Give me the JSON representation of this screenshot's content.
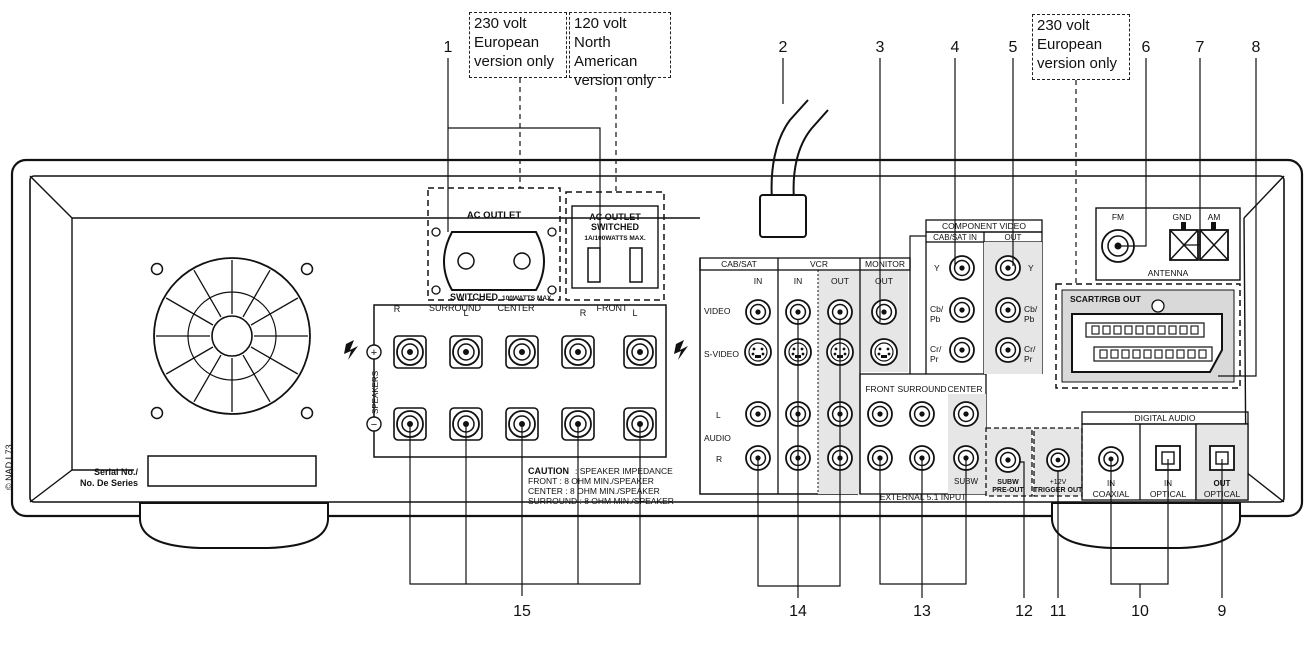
{
  "notes": {
    "eu_ac": "230 volt\nEuropean\nversion only",
    "na_ac": "120 volt North\nAmerican\nversion only",
    "eu_scart": "230 volt\nEuropean\nversion only"
  },
  "callouts": [
    "1",
    "2",
    "3",
    "4",
    "5",
    "6",
    "7",
    "8",
    "9",
    "10",
    "11",
    "12",
    "13",
    "14",
    "15"
  ],
  "ac": {
    "outlet_label": "AC OUTLET",
    "outlet_switched": "SWITCHED",
    "outlet_rating": "100WATTS MAX.",
    "na_title": "AC OUTLET",
    "na_switched": "SWITCHED",
    "na_rating": "1A/100WATTS MAX."
  },
  "speakers": {
    "surround": "SURROUND",
    "center": "CENTER",
    "front": "FRONT",
    "r1": "R",
    "l1": "L",
    "r2": "R",
    "l2": "L",
    "plus": "+",
    "minus": "−",
    "side_label": "SPEAKERS",
    "caution_title": "CAUTION",
    "caution_lines": [
      ": SPEAKER IMPEDANCE",
      "FRONT : 8 OHM MIN./SPEAKER",
      "CENTER : 8 OHM MIN./SPEAKER",
      "SURROUND : 8 OHM MIN./SPEAKER"
    ]
  },
  "video": {
    "cab_sat": "CAB/SAT",
    "vcr": "VCR",
    "monitor": "MONITOR",
    "in": "IN",
    "in2": "IN",
    "out": "OUT",
    "out2": "OUT",
    "video": "VIDEO",
    "svideo": "S-VIDEO",
    "audio": "AUDIO",
    "l": "L",
    "r": "R"
  },
  "component": {
    "title": "COMPONENT VIDEO",
    "in_label": "CAB/SAT IN",
    "out_label": "OUT",
    "y": "Y",
    "cb": "Cb/",
    "pb": "Pb",
    "cr": "Cr/",
    "pr": "Pr"
  },
  "ext51": {
    "front": "FRONT",
    "surround": "SURROUND",
    "center": "CENTER",
    "subw": "SUBW",
    "title": "EXTERNAL 5.1 INPUT"
  },
  "subw": {
    "line1": "SUBW",
    "line2": "PRE-OUT"
  },
  "trigger": {
    "line1": "+12V",
    "line2": "TRIGGER OUT"
  },
  "digital": {
    "title": "DIGITAL AUDIO",
    "in1": "IN",
    "coaxial": "COAXIAL",
    "in2": "IN",
    "optical_in": "OPTICAL",
    "out": "OUT",
    "optical_out": "OPTICAL"
  },
  "antenna": {
    "fm": "FM",
    "gnd": "GND",
    "am": "AM",
    "title": "ANTENNA"
  },
  "scart": {
    "title": "SCART/RGB OUT"
  },
  "serial": {
    "line1": "Serial No./",
    "line2": "No. De Series"
  },
  "copyright": "© NAD L73"
}
